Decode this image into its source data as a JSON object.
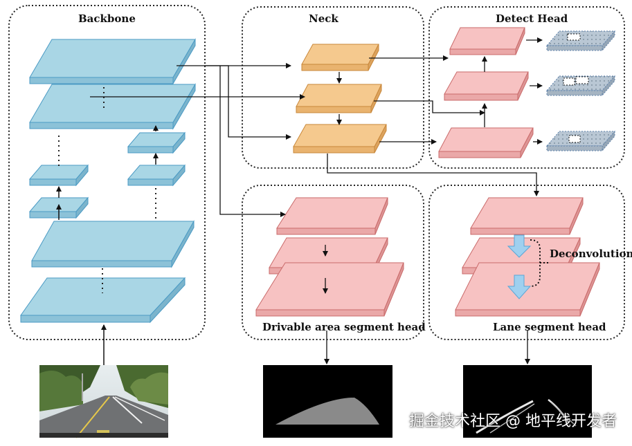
{
  "panels": {
    "backbone": "Backbone",
    "neck": "Neck",
    "detect_head": "Detect Head",
    "drivable_head": "Drivable area segment head",
    "lane_head": "Lane segment head"
  },
  "annotations": {
    "deconvolution": "Deconvolution"
  },
  "watermark": "掘金技术社区 @ 地平线开发者",
  "colors": {
    "backbone_layer": "#a9d6e5",
    "backbone_edge": "#4a9ac4",
    "neck_layer": "#f5c98e",
    "neck_edge": "#c8873a",
    "head_layer": "#f7c2c2",
    "head_edge": "#c96a6a",
    "anchor_box": "#b9c7d4",
    "deconv_arrow": "#9fd0ef"
  },
  "icons": {
    "input_image": "road-photo",
    "drivable_output": "drivable-mask",
    "lane_output": "lane-mask"
  }
}
